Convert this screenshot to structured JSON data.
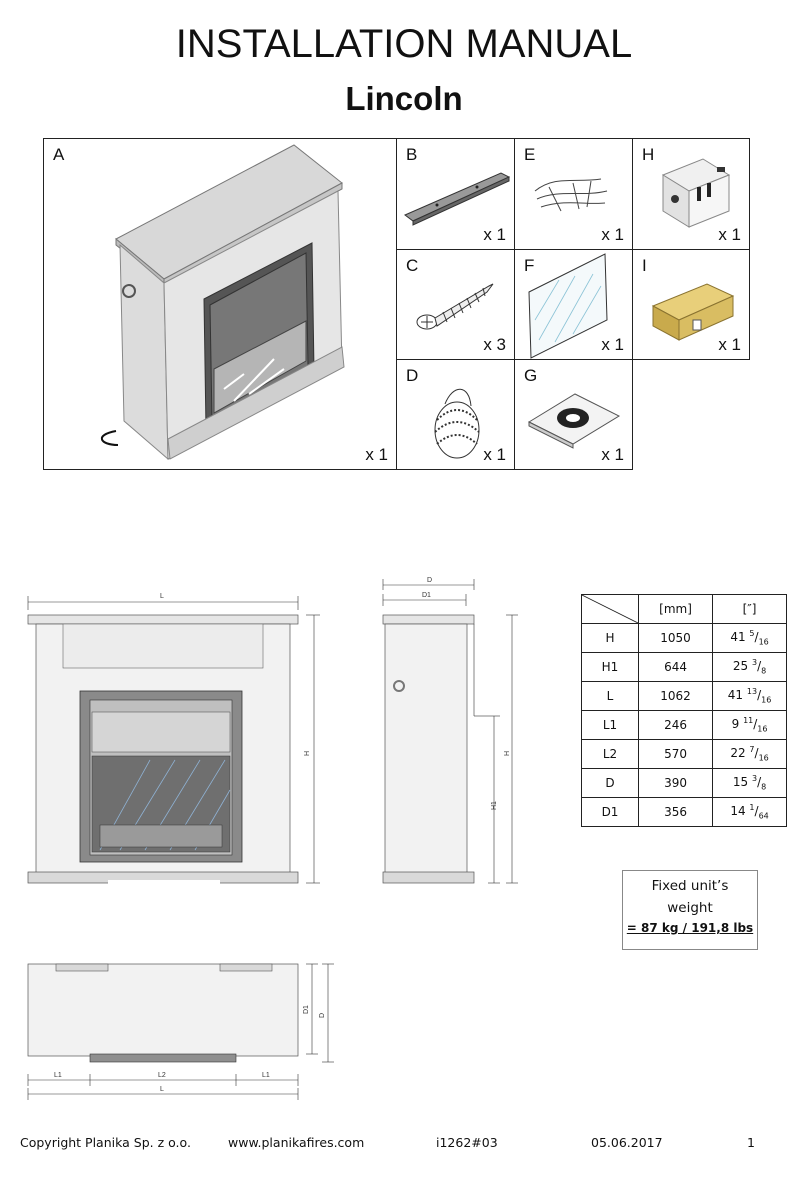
{
  "document": {
    "title": "INSTALLATION MANUAL",
    "subtitle": "Lincoln"
  },
  "parts": [
    {
      "letter": "A",
      "qty": "x 1"
    },
    {
      "letter": "B",
      "qty": "x 1"
    },
    {
      "letter": "E",
      "qty": "x 1"
    },
    {
      "letter": "H",
      "qty": "x 1"
    },
    {
      "letter": "C",
      "qty": "x 3"
    },
    {
      "letter": "F",
      "qty": "x 1"
    },
    {
      "letter": "I",
      "qty": "x 1"
    },
    {
      "letter": "D",
      "qty": "x 1"
    },
    {
      "letter": "G",
      "qty": "x 1"
    }
  ],
  "drawing_labels": {
    "L": "L",
    "H": "H",
    "H1": "H1",
    "D": "D",
    "D1": "D1",
    "L1": "L1",
    "L2": "L2"
  },
  "dimensions_table": {
    "headers": [
      "[mm]",
      "[″]"
    ],
    "rows": [
      {
        "name": "H",
        "mm": "1050",
        "inch_whole": "41",
        "inch_num": "5",
        "inch_den": "16"
      },
      {
        "name": "H1",
        "mm": "644",
        "inch_whole": "25",
        "inch_num": "3",
        "inch_den": "8"
      },
      {
        "name": "L",
        "mm": "1062",
        "inch_whole": "41",
        "inch_num": "13",
        "inch_den": "16"
      },
      {
        "name": "L1",
        "mm": "246",
        "inch_whole": "9",
        "inch_num": "11",
        "inch_den": "16"
      },
      {
        "name": "L2",
        "mm": "570",
        "inch_whole": "22",
        "inch_num": "7",
        "inch_den": "16"
      },
      {
        "name": "D",
        "mm": "390",
        "inch_whole": "15",
        "inch_num": "3",
        "inch_den": "8"
      },
      {
        "name": "D1",
        "mm": "356",
        "inch_whole": "14",
        "inch_num": "1",
        "inch_den": "64"
      }
    ]
  },
  "weight": {
    "line1": "Fixed unit’s",
    "line2": "weight",
    "line3": "= 87 kg / 191,8 lbs"
  },
  "footer": {
    "copyright": "Copyright Planika Sp. z o.o.",
    "website": "www.planikafires.com",
    "doc_id": "i1262#03",
    "date": "05.06.2017",
    "page": "1"
  }
}
